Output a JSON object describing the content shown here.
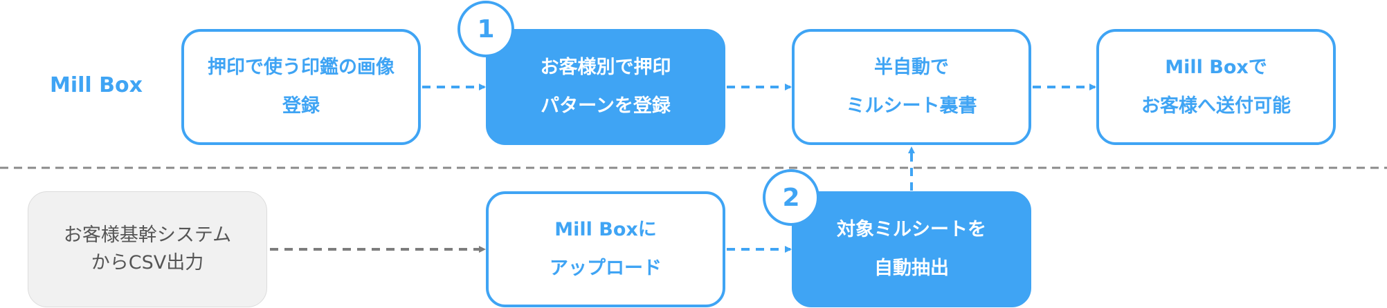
{
  "lane_label": "Mill Box",
  "boxes": {
    "register_seal": {
      "line1": "押印で使う印鑑の画像",
      "line2": "登録"
    },
    "register_pattern": {
      "line1": "お客様別で押印",
      "line2": "パターンを登録"
    },
    "semi_auto": {
      "line1": "半自動で",
      "line2": "ミルシート裏書"
    },
    "send": {
      "line1": "Mill Boxで",
      "line2": "お客様へ送付可能"
    },
    "customer_system": {
      "line1": "お客様基幹システム",
      "line2": "からCSV出力"
    },
    "upload": {
      "line1": "Mill Boxに",
      "line2": "アップロード"
    },
    "auto_extract": {
      "line1": "対象ミルシートを",
      "line2": "自動抽出"
    }
  },
  "badges": {
    "b1": "1",
    "b2": "2"
  },
  "colors": {
    "accent": "#3fa4f4",
    "gray_arrow": "#7d7d7d",
    "divider": "#8a8a8a"
  }
}
